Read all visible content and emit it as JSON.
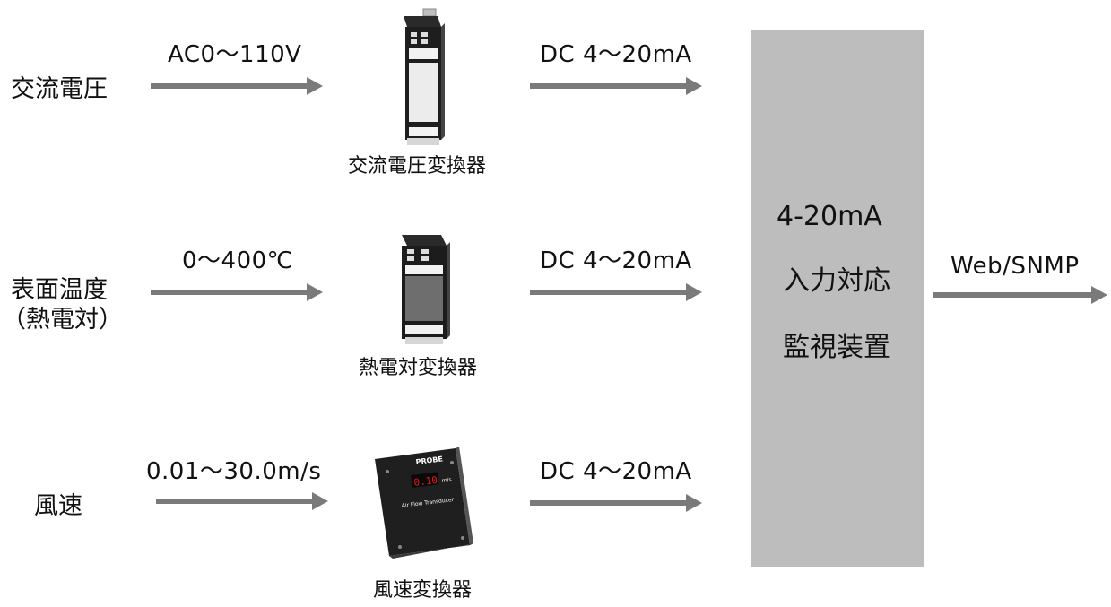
{
  "inputs": [
    {
      "label": "交流電圧",
      "range": "AC0〜110V",
      "converter": "交流電圧変換器",
      "output": "DC 4〜20mA"
    },
    {
      "label_line1": "表面温度",
      "label_line2": "（熱電対）",
      "range": "0〜400℃",
      "converter": "熱電対変換器",
      "output": "DC 4〜20mA"
    },
    {
      "label": "風速",
      "range": "0.01〜30.0m/s",
      "converter": "風速変換器",
      "output": "DC 4〜20mA"
    }
  ],
  "monitor": {
    "line1": "4-20mA",
    "line2": "入力対応",
    "line3": "監視装置",
    "output": "Web/SNMP"
  },
  "airflow_device": {
    "brand": "PROBE",
    "display_value": "0.10",
    "unit": "m/s",
    "caption": "Air Flow Transducer"
  },
  "colors": {
    "arrow": "#7a7a7a",
    "monitor_box": "#bdbdbd",
    "led": "#e01a1a"
  }
}
